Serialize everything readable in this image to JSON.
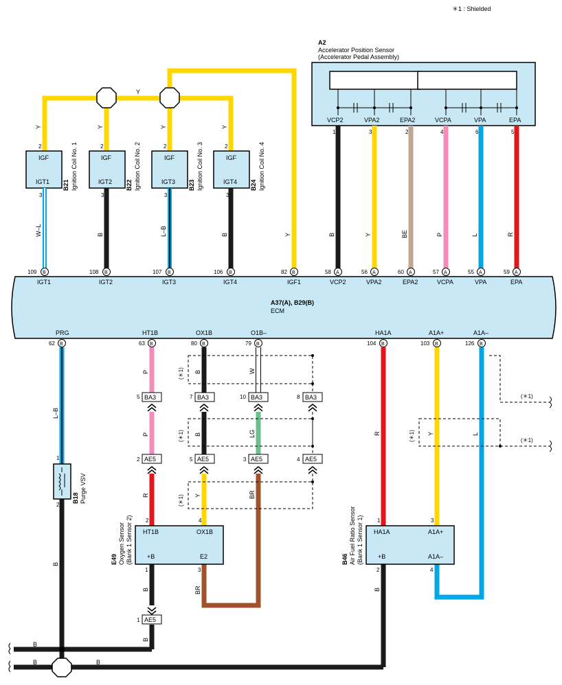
{
  "note": "＊1 : Shielded",
  "apps": {
    "id": "A2",
    "title1": "Accelerator Position Sensor",
    "title2": "(Accelerator Pedal Assembly)",
    "pins": [
      {
        "num": "1",
        "name": "VCP2"
      },
      {
        "num": "3",
        "name": "VPA2"
      },
      {
        "num": "2",
        "name": "EPA2"
      },
      {
        "num": "4",
        "name": "VCPA"
      },
      {
        "num": "6",
        "name": "VPA"
      },
      {
        "num": "5",
        "name": "EPA"
      }
    ]
  },
  "coils": [
    {
      "id": "B21",
      "name": "Ignition Coil No. 1",
      "top": "IGF",
      "bottom": "IGT1",
      "pin_top": "2",
      "pin_bottom": "3",
      "wire": "W–L",
      "tap": "Y"
    },
    {
      "id": "B22",
      "name": "Ignition Coil No. 2",
      "top": "IGF",
      "bottom": "IGT2",
      "pin_top": "2",
      "pin_bottom": "3",
      "wire": "B",
      "tap": "Y"
    },
    {
      "id": "B23",
      "name": "Ignition Coil No. 3",
      "top": "IGF",
      "bottom": "IGT3",
      "pin_top": "2",
      "pin_bottom": "3",
      "wire": "L–B",
      "tap": "Y"
    },
    {
      "id": "B24",
      "name": "Ignition Coil No. 4",
      "top": "IGF",
      "bottom": "IGT4",
      "pin_top": "2",
      "pin_bottom": "3",
      "wire": "B",
      "tap": "Y"
    }
  ],
  "y_label": "Y",
  "ecm": {
    "id": "A37(A), B29(B)",
    "name": "ECM",
    "top_pins": [
      {
        "num": "109",
        "conn": "B",
        "name": "IGT1"
      },
      {
        "num": "108",
        "conn": "B",
        "name": "IGT2"
      },
      {
        "num": "107",
        "conn": "B",
        "name": "IGT3"
      },
      {
        "num": "106",
        "conn": "B",
        "name": "IGT4"
      },
      {
        "num": "82",
        "conn": "B",
        "name": "IGF1"
      },
      {
        "num": "58",
        "conn": "A",
        "name": "VCP2"
      },
      {
        "num": "56",
        "conn": "A",
        "name": "VPA2"
      },
      {
        "num": "60",
        "conn": "A",
        "name": "EPA2"
      },
      {
        "num": "57",
        "conn": "A",
        "name": "VCPA"
      },
      {
        "num": "55",
        "conn": "A",
        "name": "VPA"
      },
      {
        "num": "59",
        "conn": "A",
        "name": "EPA"
      }
    ],
    "bottom_pins": [
      {
        "num": "62",
        "conn": "B",
        "name": "PRG"
      },
      {
        "num": "63",
        "conn": "B",
        "name": "HT1B"
      },
      {
        "num": "80",
        "conn": "B",
        "name": "OX1B"
      },
      {
        "num": "79",
        "conn": "B",
        "name": "O1B–"
      },
      {
        "num": "104",
        "conn": "B",
        "name": "HA1A"
      },
      {
        "num": "103",
        "conn": "B",
        "name": "A1A+"
      },
      {
        "num": "126",
        "conn": "B",
        "name": "A1A–"
      }
    ]
  },
  "wire_colors": {
    "apps": [
      "B",
      "Y",
      "BE",
      "P",
      "L",
      "R"
    ],
    "igf": "Y"
  },
  "colors": {
    "ecm_fill": "#c8e8f5",
    "yellow": "#ffd700",
    "black": "#1a1a1a",
    "pink": "#f28cba",
    "blue": "#00a6e6",
    "red": "#e3161b",
    "tan": "#bfa792",
    "brown": "#a0522d",
    "green": "#6dbf8e"
  },
  "purge": {
    "id": "B18",
    "name": "Purge VSV",
    "pin_top": "1",
    "pin_bottom": "2",
    "wire_top": "L–B",
    "wire_bottom": "B"
  },
  "ba3": {
    "label": "BA3",
    "pins": [
      "5",
      "7",
      "10",
      "8"
    ]
  },
  "ae5": {
    "label": "AE5",
    "pins": [
      "2",
      "5",
      "3",
      "4"
    ]
  },
  "shield": "(＊1)",
  "o2": {
    "id": "E49",
    "name": "Oxygen Sensor",
    "sub": "(Bank 1 Sensor 2)",
    "tl": "HT1B",
    "tr": "OX1B",
    "bl": "+B",
    "br": "E2",
    "pins": [
      "2",
      "4",
      "1",
      "3"
    ],
    "wires": {
      "ht_upper": "P",
      "ht_mid": "P",
      "ht_lower": "R",
      "ox_upper": "B",
      "ox_mid": "B",
      "ox_lower": "Y",
      "o1_upper": "W",
      "o1_mid": "LG",
      "o1_lower": "BR",
      "pb": "B",
      "e2": "BR"
    }
  },
  "af": {
    "id": "B46",
    "name": "Air Fuel Ratio Sensor",
    "sub": "(Bank 1 Sensor 1)",
    "tl": "HA1A",
    "tr": "A1A+",
    "bl": "+B",
    "br": "A1A–",
    "pins": [
      "1",
      "3",
      "2",
      "4"
    ],
    "wires": {
      "ha": "R",
      "a1p": "Y",
      "a1m": "L",
      "pb": "B"
    }
  },
  "ae5_bottom": {
    "num": "1",
    "label": "AE5"
  },
  "ground": {
    "b1": "B",
    "b2": "B",
    "b3": "B",
    "b4": "B"
  }
}
